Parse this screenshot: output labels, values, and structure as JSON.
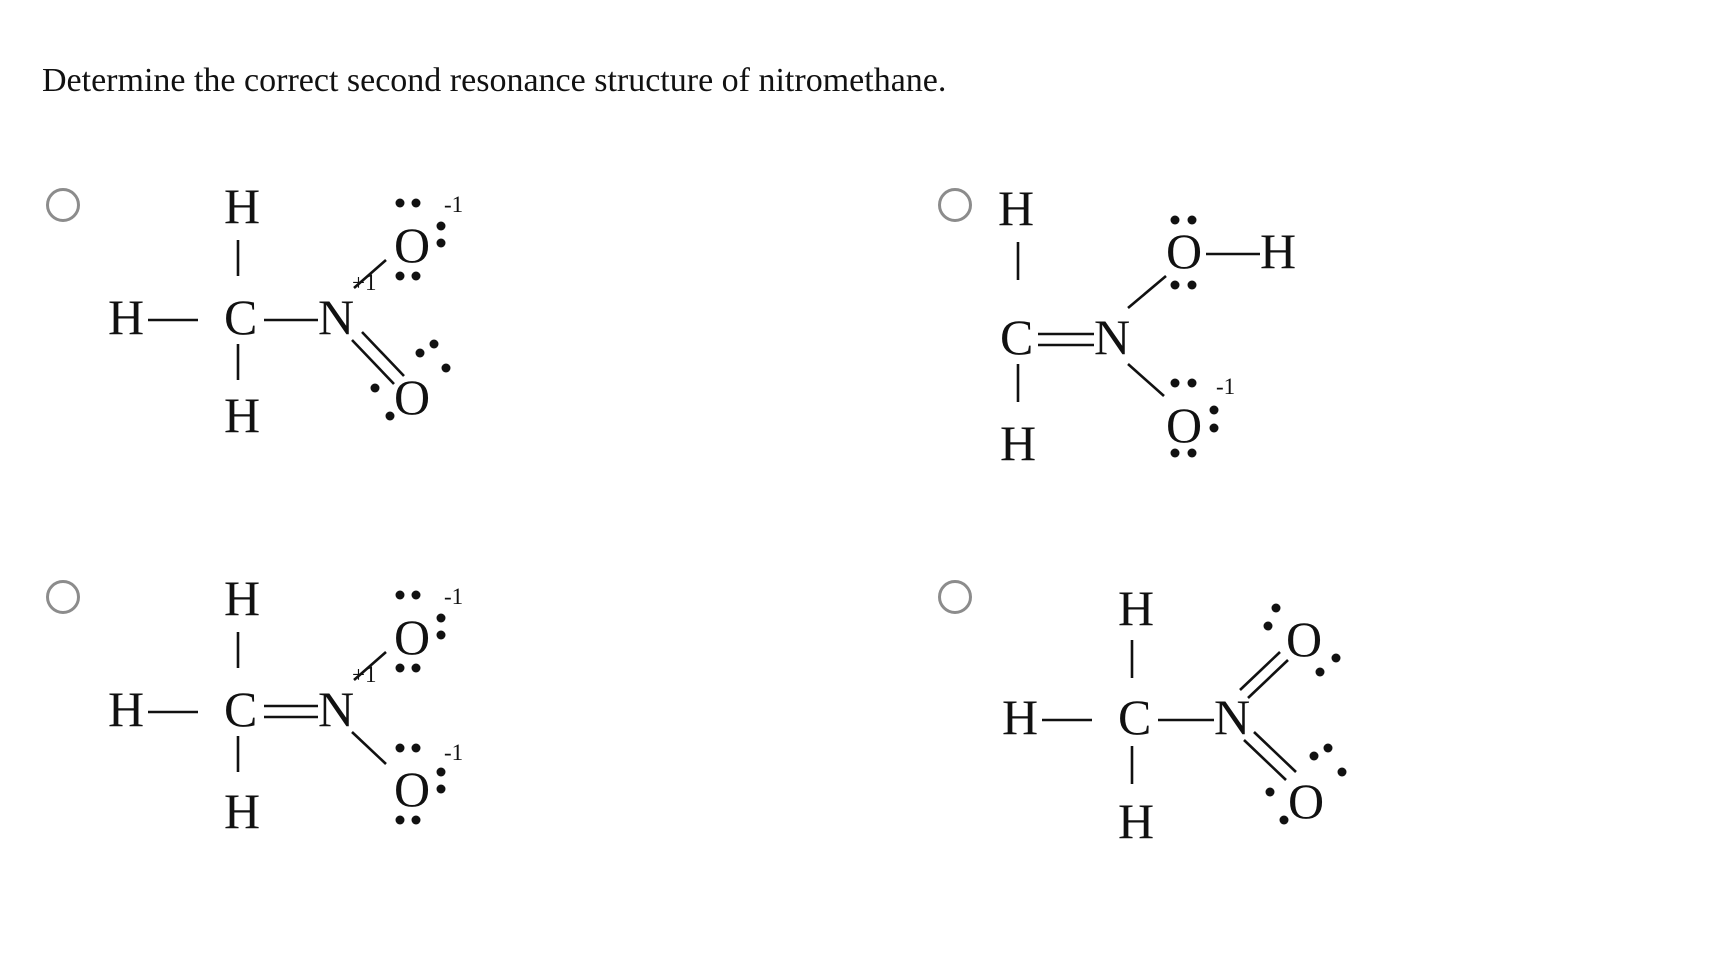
{
  "question": {
    "text": "Determine the correct second resonance structure of nitromethane."
  },
  "options": [
    {
      "id": "a",
      "atoms": {
        "h_top": "H",
        "h_left": "H",
        "c": "C",
        "n": "N",
        "h_bottom": "H",
        "o_top": "O",
        "o_bottom": "O"
      },
      "charges": {
        "n": "+1",
        "o_top": "-1"
      }
    },
    {
      "id": "b",
      "atoms": {
        "h_top": "H",
        "c": "C",
        "n": "N",
        "h_bottom": "H",
        "o_top": "O",
        "h_right": "H",
        "o_bottom": "O"
      },
      "charges": {
        "o_bottom": "-1"
      }
    },
    {
      "id": "c",
      "atoms": {
        "h_top": "H",
        "h_left": "H",
        "c": "C",
        "n": "N",
        "h_bottom": "H",
        "o_top": "O",
        "o_bottom": "O"
      },
      "charges": {
        "n": "+1",
        "o_top": "-1",
        "o_bottom": "-1"
      }
    },
    {
      "id": "d",
      "atoms": {
        "h_top": "H",
        "h_left": "H",
        "c": "C",
        "n": "N",
        "h_bottom": "H",
        "o_top": "O",
        "o_bottom": "O"
      },
      "charges": {}
    }
  ]
}
